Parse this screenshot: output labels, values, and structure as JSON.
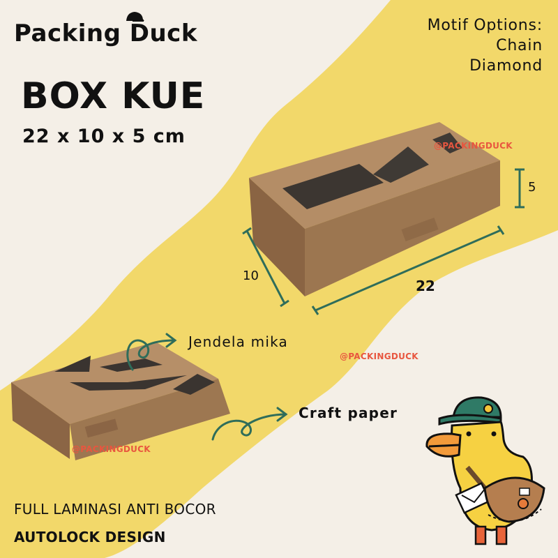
{
  "brand": {
    "name": "Packing Duck"
  },
  "motif": {
    "heading": "Motif Options:",
    "options": [
      "Chain",
      "Diamond"
    ]
  },
  "product": {
    "title": "BOX KUE",
    "size": "22 x 10 x 5 cm"
  },
  "watermark": "@PACKINGDUCK",
  "dimensions": {
    "height": "5",
    "width": "10",
    "length": "22"
  },
  "callouts": {
    "window": "Jendela mika",
    "material": "Craft paper"
  },
  "features": {
    "line1": "FULL LAMINASI ANTI BOCOR",
    "line2": "AUTOLOCK DESIGN"
  },
  "colors": {
    "background": "#f4efe7",
    "wave": "#f2d86a",
    "kraft": "#a57e57",
    "arrow": "#2f6d5a",
    "watermark": "#e8563f"
  },
  "icons": [
    "duck-hat-icon",
    "duck-mascot",
    "curly-arrow-icon"
  ]
}
